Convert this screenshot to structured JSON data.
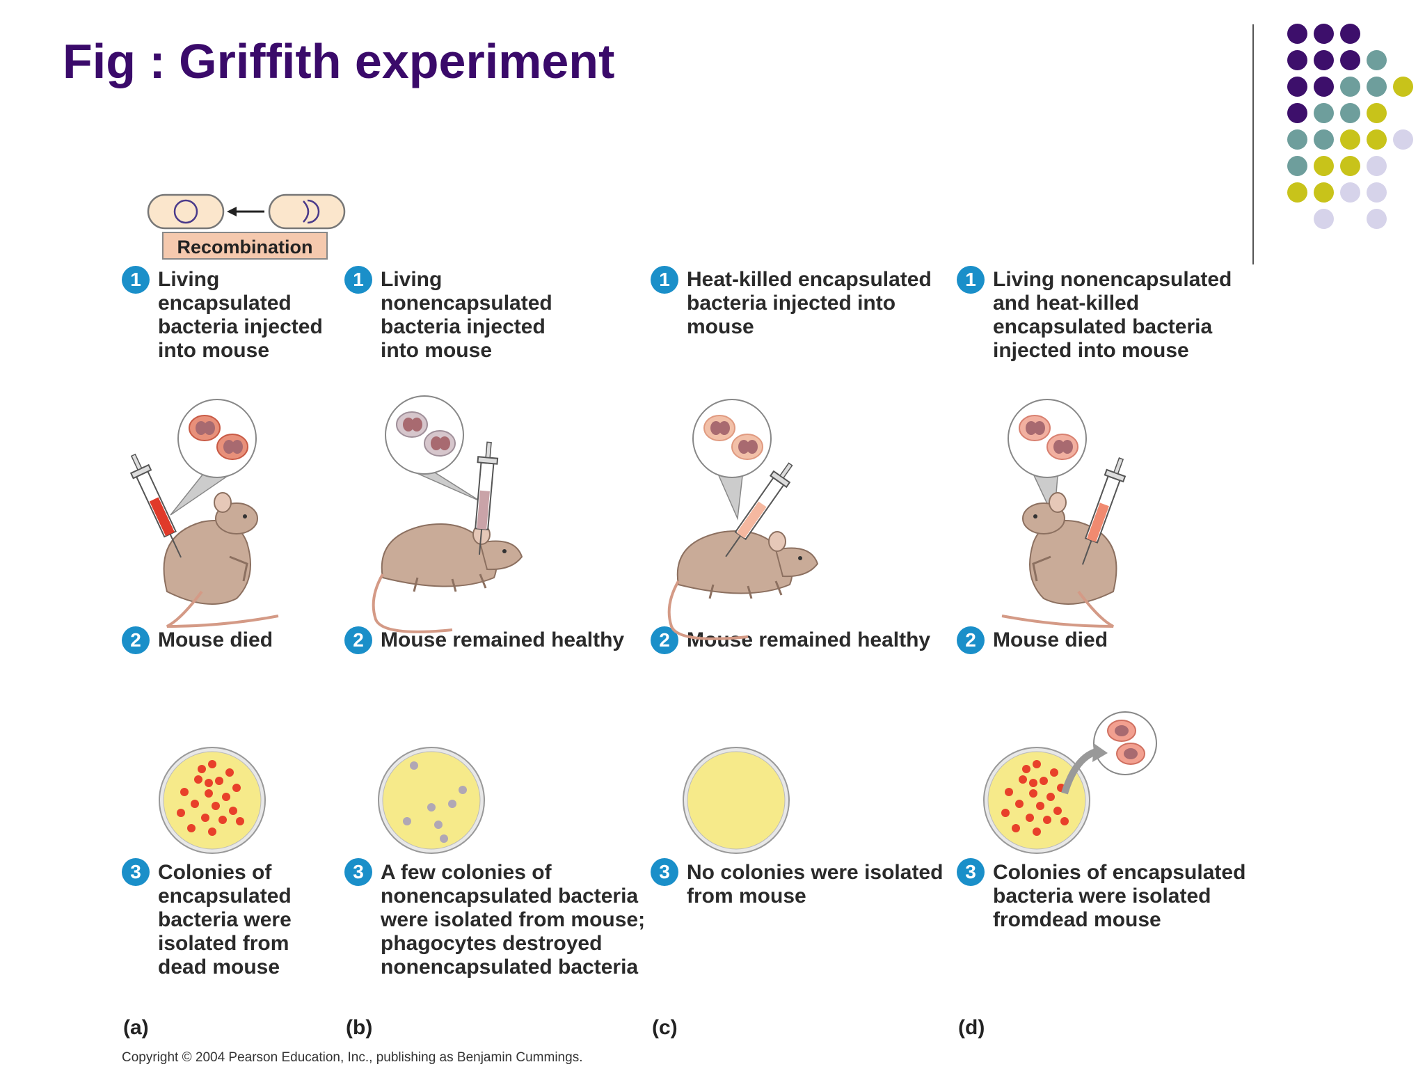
{
  "title": "Fig : Griffith experiment",
  "recombination_label": "Recombination",
  "colors": {
    "title": "#3a0a6a",
    "step_badge": "#1a8fc9",
    "plate": "#f6ea8a",
    "colony_encapsulated": "#e8402a",
    "colony_nonencapsulated": "#b0a7b5",
    "mouse": "#c9ab98"
  },
  "panels": [
    {
      "letter": "(a)",
      "step1": "Living\nencapsulated\nbacteria injected\ninto mouse",
      "step2": "Mouse died",
      "step3": "Colonies of\nencapsulated\nbacteria were\nisolated from\ndead mouse"
    },
    {
      "letter": "(b)",
      "step1": "Living\nnonencapsulated\nbacteria injected\ninto mouse",
      "step2": "Mouse  remained healthy",
      "step3": "A few colonies of\nnonencapsulated bacteria\nwere isolated from mouse;\nphagocytes destroyed\nnonencapsulated bacteria"
    },
    {
      "letter": "(c)",
      "step1": "Heat-killed encapsulated\nbacteria injected into\nmouse",
      "step2": "Mouse  remained healthy",
      "step3": "No colonies were isolated\nfrom mouse"
    },
    {
      "letter": "(d)",
      "step1": "Living nonencapsulated\nand heat-killed\nencapsulated bacteria\ninjected into mouse",
      "step2": "Mouse died",
      "step3": "Colonies of encapsulated\nbacteria were isolated\nfromdead mouse"
    }
  ],
  "step_numbers": [
    "1",
    "2",
    "3"
  ],
  "copyright": "Copyright © 2004 Pearson Education, Inc., publishing as Benjamin Cummings."
}
